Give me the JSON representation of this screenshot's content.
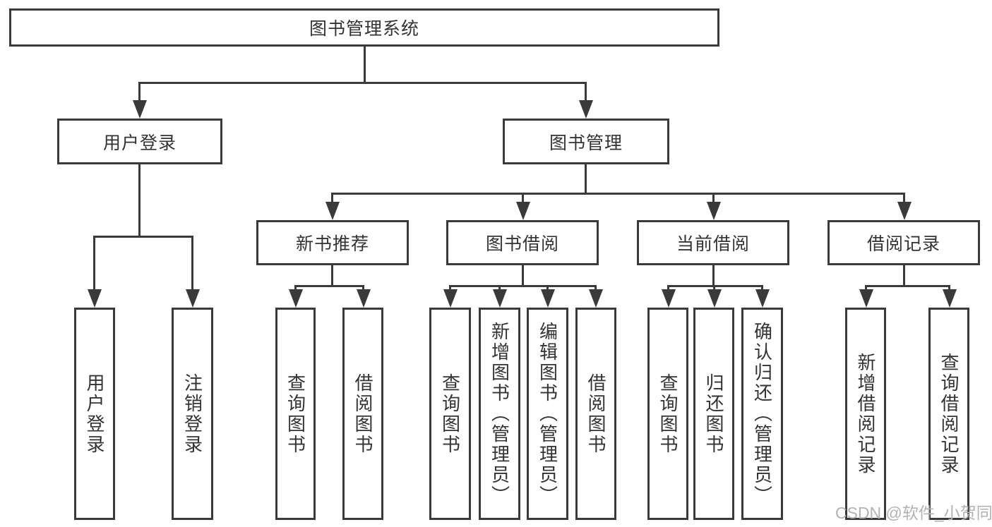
{
  "diagram": {
    "type": "function-structure-tree",
    "colors": {
      "line": "#3a3a3a",
      "text": "#333333",
      "background": "#ffffff",
      "watermark": "#b3b3b5"
    },
    "tree": {
      "root": {
        "label": "图书管理系统",
        "children": [
          {
            "label": "用户登录",
            "children": [
              {
                "label": "用户登录"
              },
              {
                "label": "注销登录"
              }
            ]
          },
          {
            "label": "图书管理",
            "children": [
              {
                "label": "新书推荐",
                "children": [
                  {
                    "label": "查询图书"
                  },
                  {
                    "label": "借阅图书"
                  }
                ]
              },
              {
                "label": "图书借阅",
                "children": [
                  {
                    "label": "查询图书"
                  },
                  {
                    "label": "新增图书（管理员）"
                  },
                  {
                    "label": "编辑图书（管理员）"
                  },
                  {
                    "label": "借阅图书"
                  }
                ]
              },
              {
                "label": "当前借阅",
                "children": [
                  {
                    "label": "查询图书"
                  },
                  {
                    "label": "归还图书"
                  },
                  {
                    "label": "确认归还（管理员）"
                  }
                ]
              },
              {
                "label": "借阅记录",
                "children": [
                  {
                    "label": "新增借阅记录"
                  },
                  {
                    "label": "查询借阅记录"
                  }
                ]
              }
            ]
          }
        ]
      }
    },
    "watermark": {
      "text": "CSDN @软件_小贺同学"
    }
  }
}
